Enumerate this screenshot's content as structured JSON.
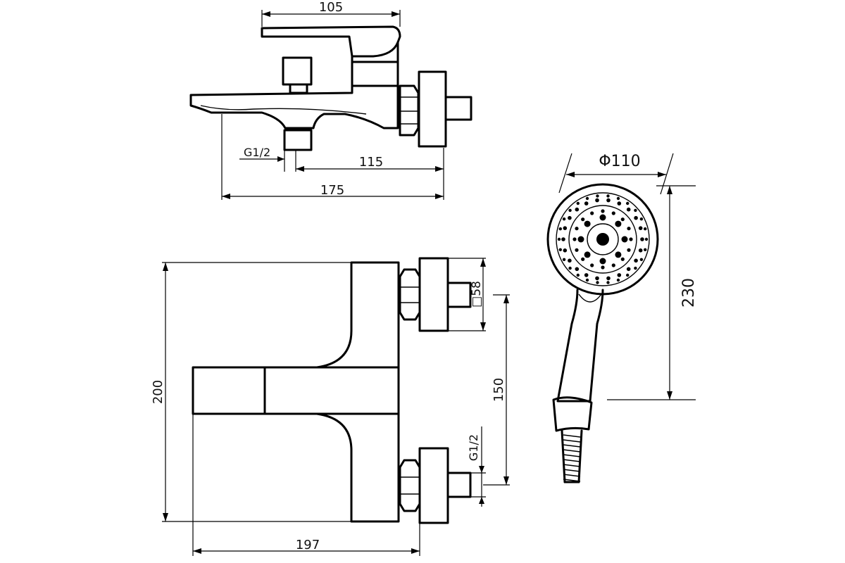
{
  "drawing": {
    "top_view": {
      "width_label": "105",
      "thread_label": "G1/2",
      "offset_label": "115",
      "length_label": "175"
    },
    "front_view": {
      "height_label": "200",
      "square_label": "□58",
      "spacing_label": "150",
      "thread_label": "G1/2",
      "width_label": "197"
    },
    "hand_shower": {
      "diameter_label": "Φ110",
      "length_label": "230"
    }
  }
}
